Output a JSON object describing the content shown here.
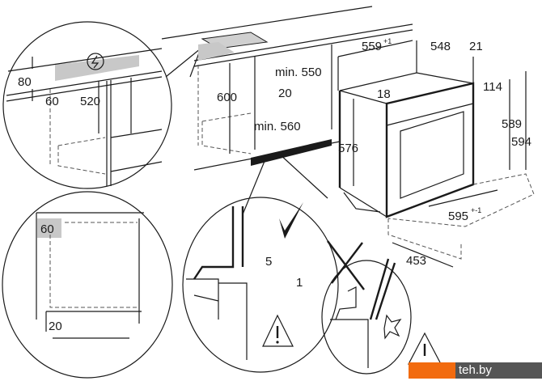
{
  "dimensions": {
    "socket_height": "80",
    "socket_offset": "60",
    "socket_depth": "520",
    "cabinet_height": "600",
    "min_width_top": "min. 550",
    "gap": "20",
    "min_width_bottom": "min. 560",
    "oven_width": "559",
    "oven_width_tol": "+1",
    "oven_depth": "548",
    "front_depth": "21",
    "top_offset": "18",
    "panel_height": "114",
    "oven_height_inner": "589",
    "oven_height": "594",
    "body_height": "576",
    "front_width": "595",
    "front_width_tol": "+-1",
    "door_depth": "453",
    "detail_clearance_side": "60",
    "detail_clearance_bottom": "20",
    "gap_top": "5",
    "gap_bottom": "1"
  },
  "watermark": "teh.by",
  "colors": {
    "accent": "#f26b0f",
    "watermark_bg": "#555555",
    "socket_zone": "#c8c8c8"
  }
}
